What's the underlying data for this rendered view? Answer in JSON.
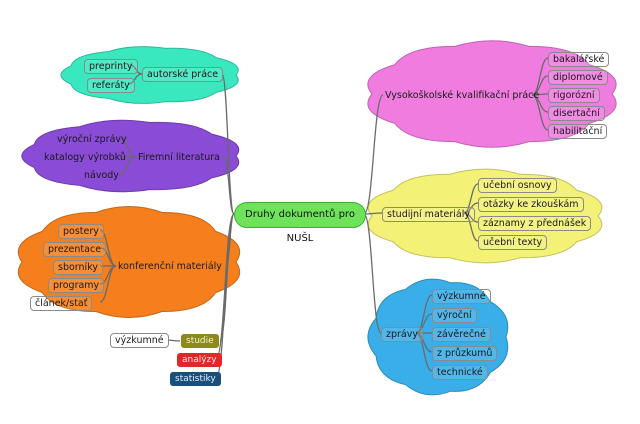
{
  "center": "Druhy dokumentů pro NUŠL",
  "colors": {
    "teal": "#3ae8c0",
    "purple": "#8a4bd6",
    "orange": "#f57f1c",
    "magenta": "#f07ce0",
    "yellow": "#f3f176",
    "blue": "#3aaee8",
    "center": "#6ee35a",
    "olive": "#8c8a1c",
    "red": "#e02828",
    "navy": "#1a4f7a"
  },
  "autorske": {
    "title": "autorské práce",
    "items": [
      "preprinty",
      "referáty"
    ]
  },
  "firemni": {
    "title": "Firemní literatura",
    "items": [
      "výroční zprávy",
      "katalogy výrobků",
      "návody"
    ]
  },
  "konferencni": {
    "title": "konferenční materiály",
    "items": [
      "postery",
      "prezentace",
      "sborníky",
      "programy",
      "článek/stať"
    ]
  },
  "studie": {
    "title": "studie",
    "items": [
      "výzkumné"
    ]
  },
  "analyzy": {
    "title": "analýzy"
  },
  "statistiky": {
    "title": "statistiky"
  },
  "vskp": {
    "title": "Vysokoškolské kvalifikační práce",
    "items": [
      "bakalářské",
      "diplomové",
      "rigorózní",
      "disertační",
      "habilitační"
    ]
  },
  "studijni": {
    "title": "studijní materiály",
    "items": [
      "učební osnovy",
      "otázky ke zkouškám",
      "záznamy z přednášek",
      "učební texty"
    ]
  },
  "zpravy": {
    "title": "zprávy",
    "items": [
      "výzkumné",
      "výroční",
      "závěrečné",
      "z průzkumů",
      "technické"
    ]
  }
}
